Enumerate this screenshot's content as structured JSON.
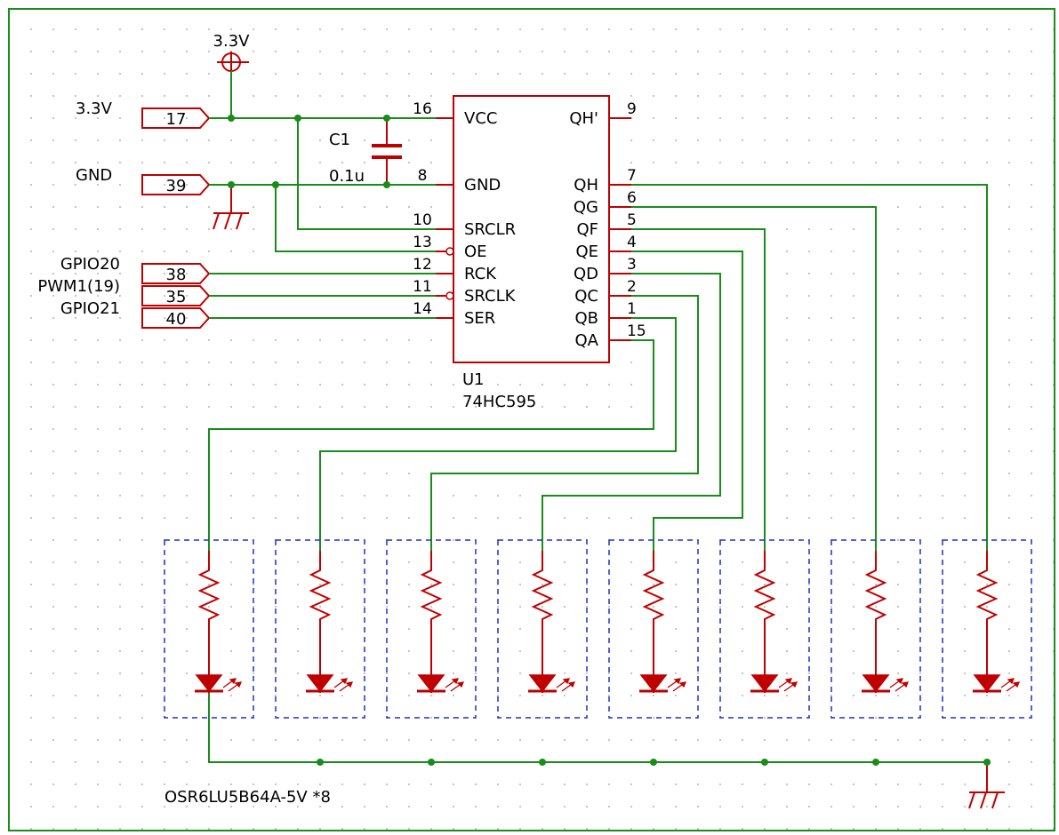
{
  "colors": {
    "wire": "#1a8c1a",
    "component": "#c00000",
    "frame": "#1a8c1a",
    "module_box": "#2030c0",
    "text": "#000000",
    "grid_dot": "#9a9a9a"
  },
  "power": {
    "symbol_label": "3.3V"
  },
  "connectors": [
    {
      "signal": "3.3V",
      "pin": "17"
    },
    {
      "signal": "GND",
      "pin": "39"
    },
    {
      "signal": "GPIO20",
      "pin": "38"
    },
    {
      "signal": "PWM1(19)",
      "pin": "35"
    },
    {
      "signal": "GPIO21",
      "pin": "40"
    }
  ],
  "capacitor": {
    "ref": "C1",
    "value": "0.1u"
  },
  "ic": {
    "ref": "U1",
    "part": "74HC595",
    "left_pins": [
      {
        "name": "VCC",
        "num": "16"
      },
      {
        "name": "GND",
        "num": "8"
      },
      {
        "name": "SRCLR",
        "num": "10"
      },
      {
        "name": "OE",
        "num": "13"
      },
      {
        "name": "RCK",
        "num": "12"
      },
      {
        "name": "SRCLK",
        "num": "11"
      },
      {
        "name": "SER",
        "num": "14"
      }
    ],
    "right_pins": [
      {
        "name": "QH'",
        "num": "9"
      },
      {
        "name": "QH",
        "num": "7"
      },
      {
        "name": "QG",
        "num": "6"
      },
      {
        "name": "QF",
        "num": "5"
      },
      {
        "name": "QE",
        "num": "4"
      },
      {
        "name": "QD",
        "num": "3"
      },
      {
        "name": "QC",
        "num": "2"
      },
      {
        "name": "QB",
        "num": "1"
      },
      {
        "name": "QA",
        "num": "15"
      }
    ]
  },
  "led_note": "OSR6LU5B64A-5V *8"
}
